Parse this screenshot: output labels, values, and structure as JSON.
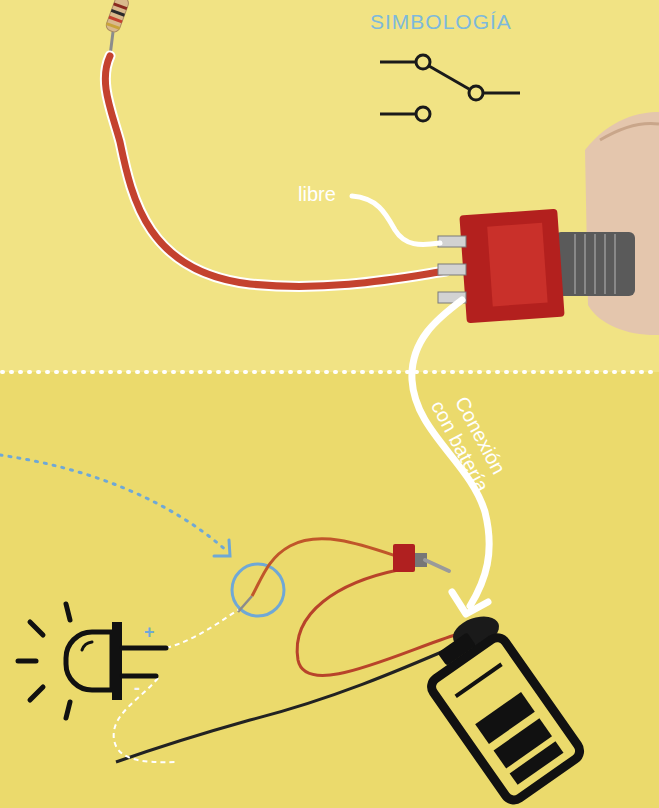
{
  "diagram": {
    "labels": [
      "SIMBOLOGÍA",
      "libre",
      "Conexión con batería",
      "+",
      "-"
    ]
  }
}
